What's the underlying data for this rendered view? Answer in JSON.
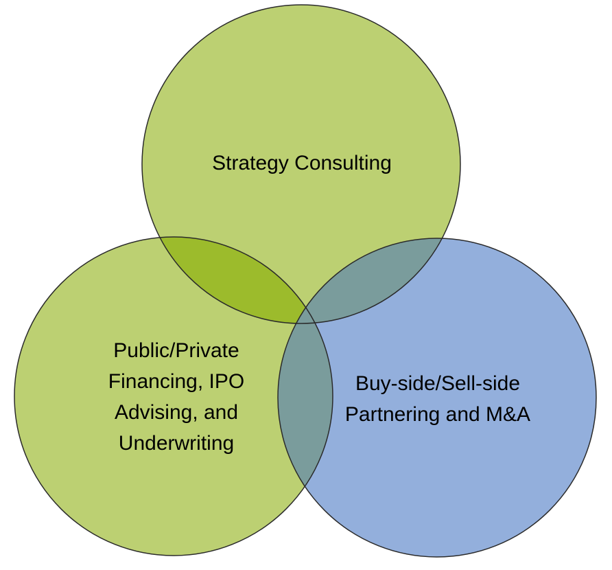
{
  "colors": {
    "green_fill": "#bcd072",
    "blue_fill": "#93afdc",
    "green_overlap": "#9cbb2c",
    "blue_overlap": "#7a9c9c",
    "outline": "#2a2a2a"
  },
  "circles": {
    "strategy": {
      "lines": [
        "Strategy Consulting"
      ]
    },
    "financing": {
      "lines": [
        "Public/Private",
        "Financing, IPO",
        "Advising, and",
        "Underwriting"
      ]
    },
    "mna": {
      "lines": [
        "Buy-side/Sell-side",
        "Partnering and M&A"
      ]
    }
  }
}
